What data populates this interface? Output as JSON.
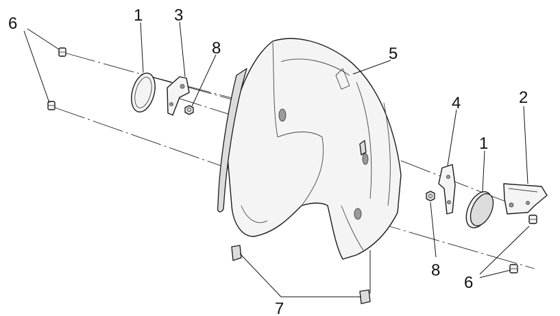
{
  "callouts": {
    "c1a": "1",
    "c3": "3",
    "c6a": "6",
    "c8a": "8",
    "c5": "5",
    "c4": "4",
    "c2": "2",
    "c1b": "1",
    "c8b": "8",
    "c6b": "6",
    "c7": "7"
  }
}
